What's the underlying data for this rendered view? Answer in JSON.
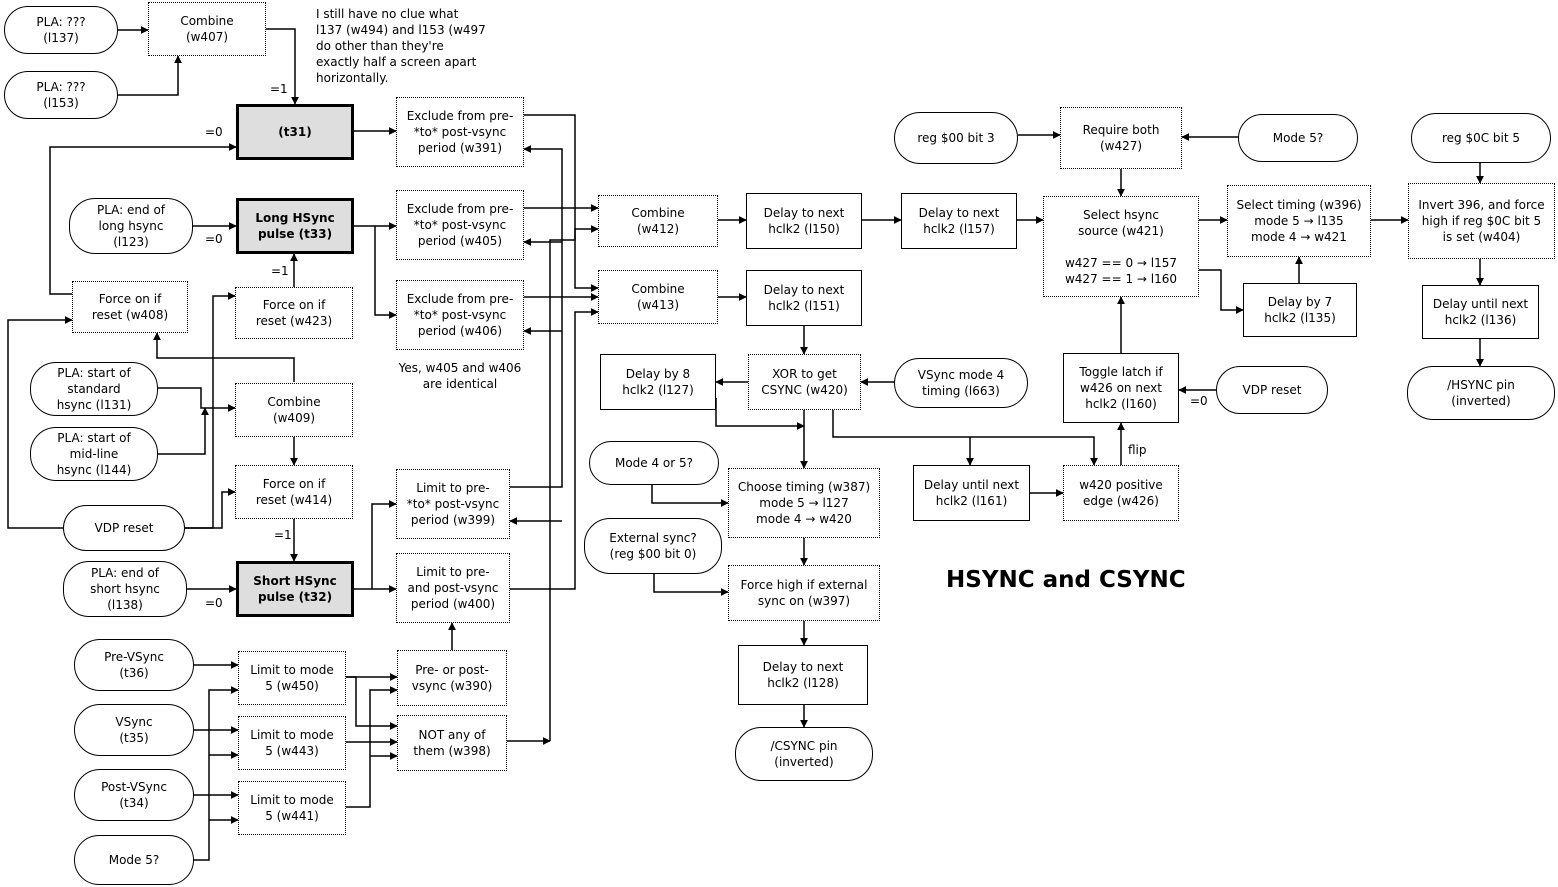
{
  "title": "HSYNC and CSYNC",
  "note_top": "I still have no clue what\nl137 (w494) and l153 (w497\ndo other than they're\nexactly half a screen apart\nhorizontally.",
  "note_identical": "Yes, w405 and w406\nare identical",
  "nodes": {
    "pla_l137": "PLA: ???\n(l137)",
    "pla_l153": "PLA: ???\n(l153)",
    "combine_w407": "Combine\n(w407)",
    "t31": "(t31)",
    "pla_l123": "PLA: end of\nlong hsync\n(l123)",
    "t33": "Long HSync\npulse (t33)",
    "w408": "Force on if\nreset (w408)",
    "w423": "Force on if\nreset (w423)",
    "pla_l131": "PLA: start of\nstandard\nhsync (l131)",
    "combine_w409": "Combine\n(w409)",
    "pla_l144": "PLA: start of\nmid-line\nhsync (l144)",
    "w414": "Force on if\nreset (w414)",
    "vdp_reset_left": "VDP reset",
    "pla_l138": "PLA: end of\nshort hsync\n(l138)",
    "t32": "Short HSync\npulse (t32)",
    "w391": "Exclude from pre-\n*to* post-vsync\nperiod (w391)",
    "w405": "Exclude from pre-\n*to* post-vsync\nperiod (w405)",
    "w406": "Exclude from pre-\n*to* post-vsync\nperiod (w406)",
    "w399": "Limit to pre-\n*to* post-vsync\nperiod (w399)",
    "w400": "Limit to pre-\nand post-vsync\nperiod (w400)",
    "t36": "Pre-VSync\n(t36)",
    "t35": "VSync\n(t35)",
    "t34": "Post-VSync\n(t34)",
    "mode5_bottom": "Mode 5?",
    "w450": "Limit to mode\n5 (w450)",
    "w443": "Limit to mode\n5 (w443)",
    "w441": "Limit to mode\n5 (w441)",
    "w390": "Pre- or post-\nvsync (w390)",
    "w398": "NOT any of\nthem (w398)",
    "w412": "Combine\n(w412)",
    "w413": "Combine\n(w413)",
    "l150": "Delay to next\nhclk2 (l150)",
    "l151": "Delay to next\nhclk2 (l151)",
    "l157": "Delay to next\nhclk2 (l157)",
    "l127": "Delay by 8\nhclk2 (l127)",
    "w420": "XOR to get\nCSYNC (w420)",
    "l663": "VSync mode 4\ntiming (l663)",
    "mode45": "Mode 4 or 5?",
    "w387": "Choose timing (w387)\nmode 5 → l127\nmode 4 → w420",
    "ext_sync": "External sync?\n(reg $00 bit 0)",
    "w397": "Force high if external\nsync on (w397)",
    "l128": "Delay to next\nhclk2 (l128)",
    "csync_pin": "/CSYNC pin\n(inverted)",
    "reg00_3": "reg $00 bit 3",
    "w427": "Require both\n(w427)",
    "mode5_top": "Mode 5?",
    "w421": "Select hsync\nsource (w421)\n\nw427 == 0 → l157\nw427 == 1 → l160",
    "w396": "Select timing (w396)\nmode 5 → l135\nmode 4 → w421",
    "l135": "Delay by 7\nhclk2 (l135)",
    "l160": "Toggle latch if\nw426 on next\nhclk2 (l160)",
    "vdp_reset_right": "VDP reset",
    "l161": "Delay until next\nhclk2 (l161)",
    "w426": "w420 positive\nedge (w426)",
    "reg0c_5": "reg $0C bit 5",
    "w404": "Invert 396, and force\nhigh if reg $0C bit 5\nis set (w404)",
    "l136": "Delay until next\nhclk2 (l136)",
    "hsync_pin": "/HSYNC pin\n(inverted)"
  },
  "labels": {
    "t31_eq1": "=1",
    "t31_eq0": "=0",
    "t33_eq0": "=0",
    "t33_eq1": "=1",
    "t32_eq1": "=1",
    "t32_eq0": "=0",
    "vdp_eq0": "=0",
    "flip": "flip"
  }
}
